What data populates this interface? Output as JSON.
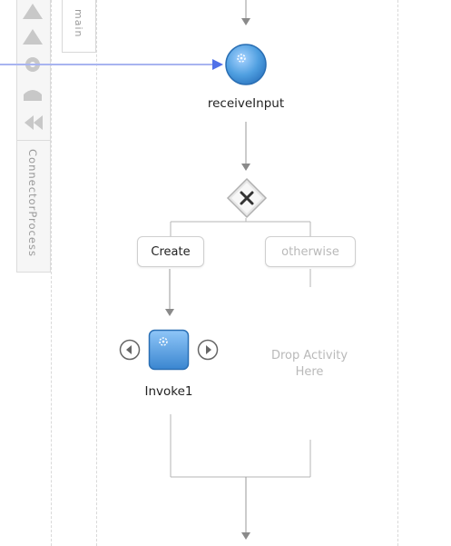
{
  "palette": {
    "flow_line": "#9a9a9a",
    "connector_line": "#a8b4f0",
    "activity_blue": "#4f9fe0",
    "activity_blue_dark": "#2f78c2",
    "muted_text": "#b9b9b9"
  },
  "side_panel": {
    "tools": [
      {
        "icon": "triangle-up-icon"
      },
      {
        "icon": "triangle-up-icon"
      },
      {
        "icon": "gear-icon"
      },
      {
        "icon": "dome-icon"
      },
      {
        "icon": "rewind-icon"
      }
    ],
    "process_label": "ConnectorProcess"
  },
  "main_tab": {
    "label": "main"
  },
  "flow": {
    "receive": {
      "label": "receiveInput",
      "icon": "gear-icon"
    },
    "switch": {
      "icon": "close-icon"
    },
    "cases": [
      {
        "label": "Create",
        "state": "active"
      },
      {
        "label": "otherwise",
        "state": "inactive"
      }
    ],
    "invoke": {
      "label": "Invoke1",
      "icon": "gear-icon"
    },
    "drop_placeholder": {
      "line1": "Drop Activity",
      "line2": "Here"
    }
  }
}
